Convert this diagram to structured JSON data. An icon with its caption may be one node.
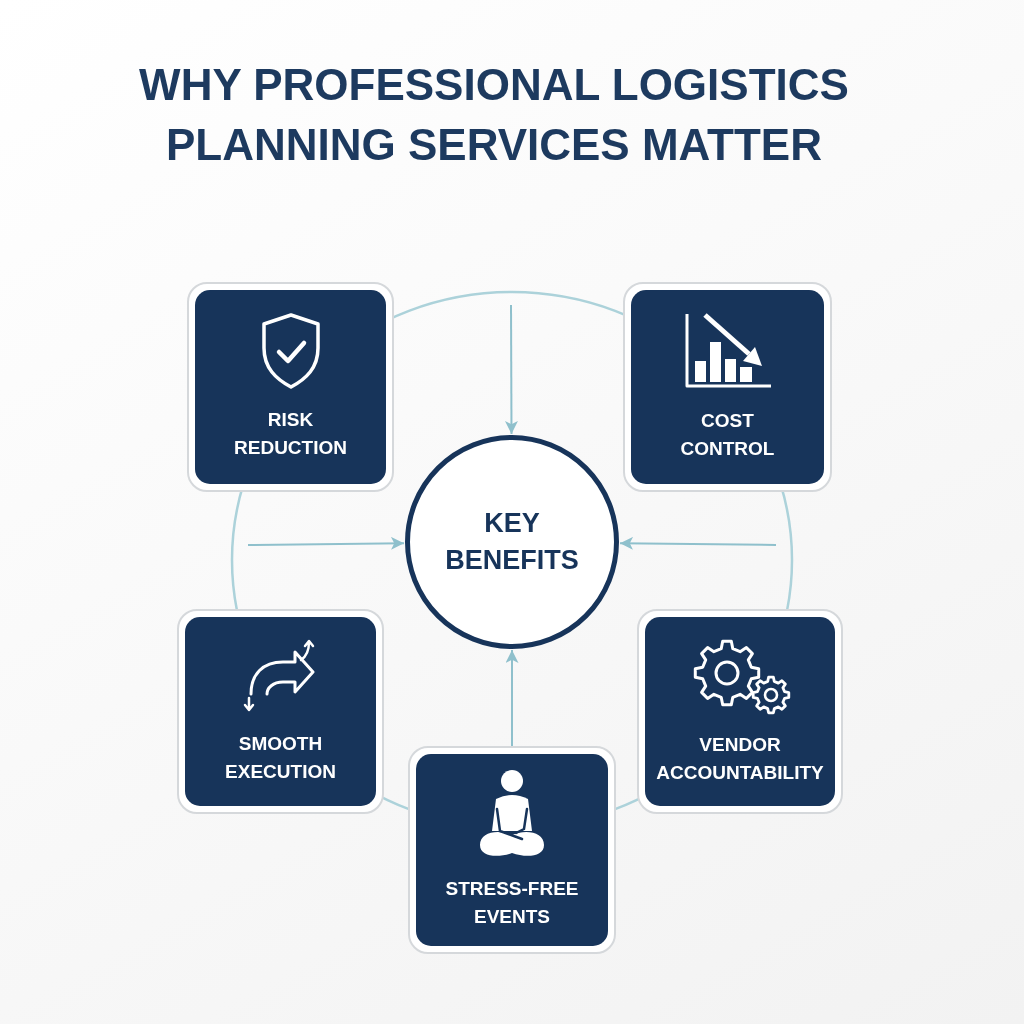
{
  "diagram": {
    "title": "WHY PROFESSIONAL LOGISTICS PLANNING SERVICES MATTER",
    "nodes": [
      {
        "text": [
          "RISK REDUCTION"
        ]
      },
      {
        "text": [
          "COST CONTROL"
        ]
      },
      {
        "text": [
          "KEY BENEFITS"
        ]
      },
      {
        "text": [
          "SMOOTH EXECUTION"
        ]
      },
      {
        "text": [
          "VENDOR ACCOUNTABILITY"
        ]
      },
      {
        "text": [
          "STRESS-FREE EVENTS"
        ]
      }
    ],
    "edges": [
      {
        "from": null,
        "to": 2,
        "arrow": "to"
      },
      {
        "from": null,
        "to": 2,
        "arrow": "to"
      },
      {
        "from": null,
        "to": 2,
        "arrow": "to"
      },
      {
        "from": 5,
        "to": 2,
        "arrow": "to"
      }
    ]
  }
}
